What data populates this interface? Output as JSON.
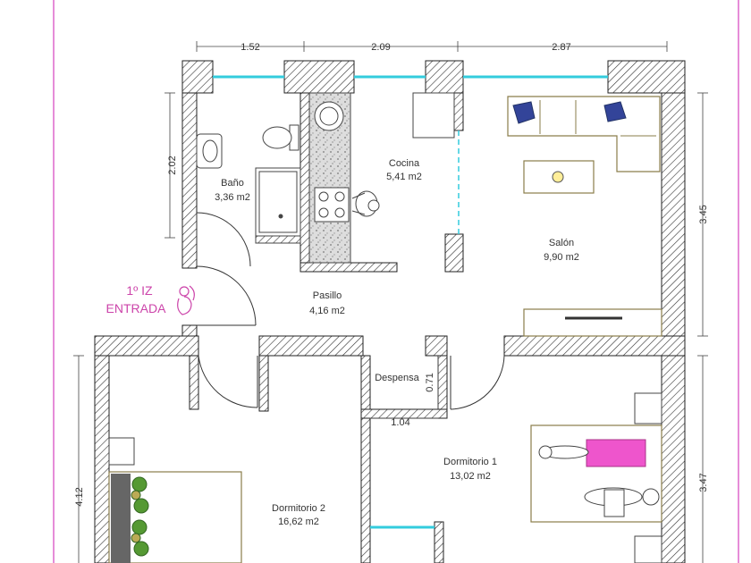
{
  "colors": {
    "wall_fill": "#ffffff",
    "wall_stroke": "#222222",
    "window": "#33ccdd",
    "accent": "#cc44aa",
    "page_border": "#dd66cc",
    "counter": "#cccccc",
    "pillow": "#334499",
    "plant": "#559933",
    "blanket": "#ee55cc"
  },
  "rooms": {
    "bano": {
      "name": "Baño",
      "area": "3,36 m2"
    },
    "cocina": {
      "name": "Cocina",
      "area": "5,41 m2"
    },
    "salon": {
      "name": "Salón",
      "area": "9,90 m2"
    },
    "pasillo": {
      "name": "Pasillo",
      "area": "4,16 m2"
    },
    "despensa": {
      "name": "Despensa"
    },
    "dormitorio1": {
      "name": "Dormitorio 1",
      "area": "13,02 m2"
    },
    "dormitorio2": {
      "name": "Dormitorio 2",
      "area": "16,62 m2"
    }
  },
  "entrance": {
    "floor": "1º IZ",
    "label": "ENTRADA"
  },
  "dimensions": {
    "top_1": "1.52",
    "top_2": "2.09",
    "top_3": "2.87",
    "left_bath": "2.02",
    "right_upper": "3.45",
    "right_lower": "3.47",
    "left_lower": "4.12",
    "despensa_w": "1.04",
    "despensa_h": "0.71"
  }
}
